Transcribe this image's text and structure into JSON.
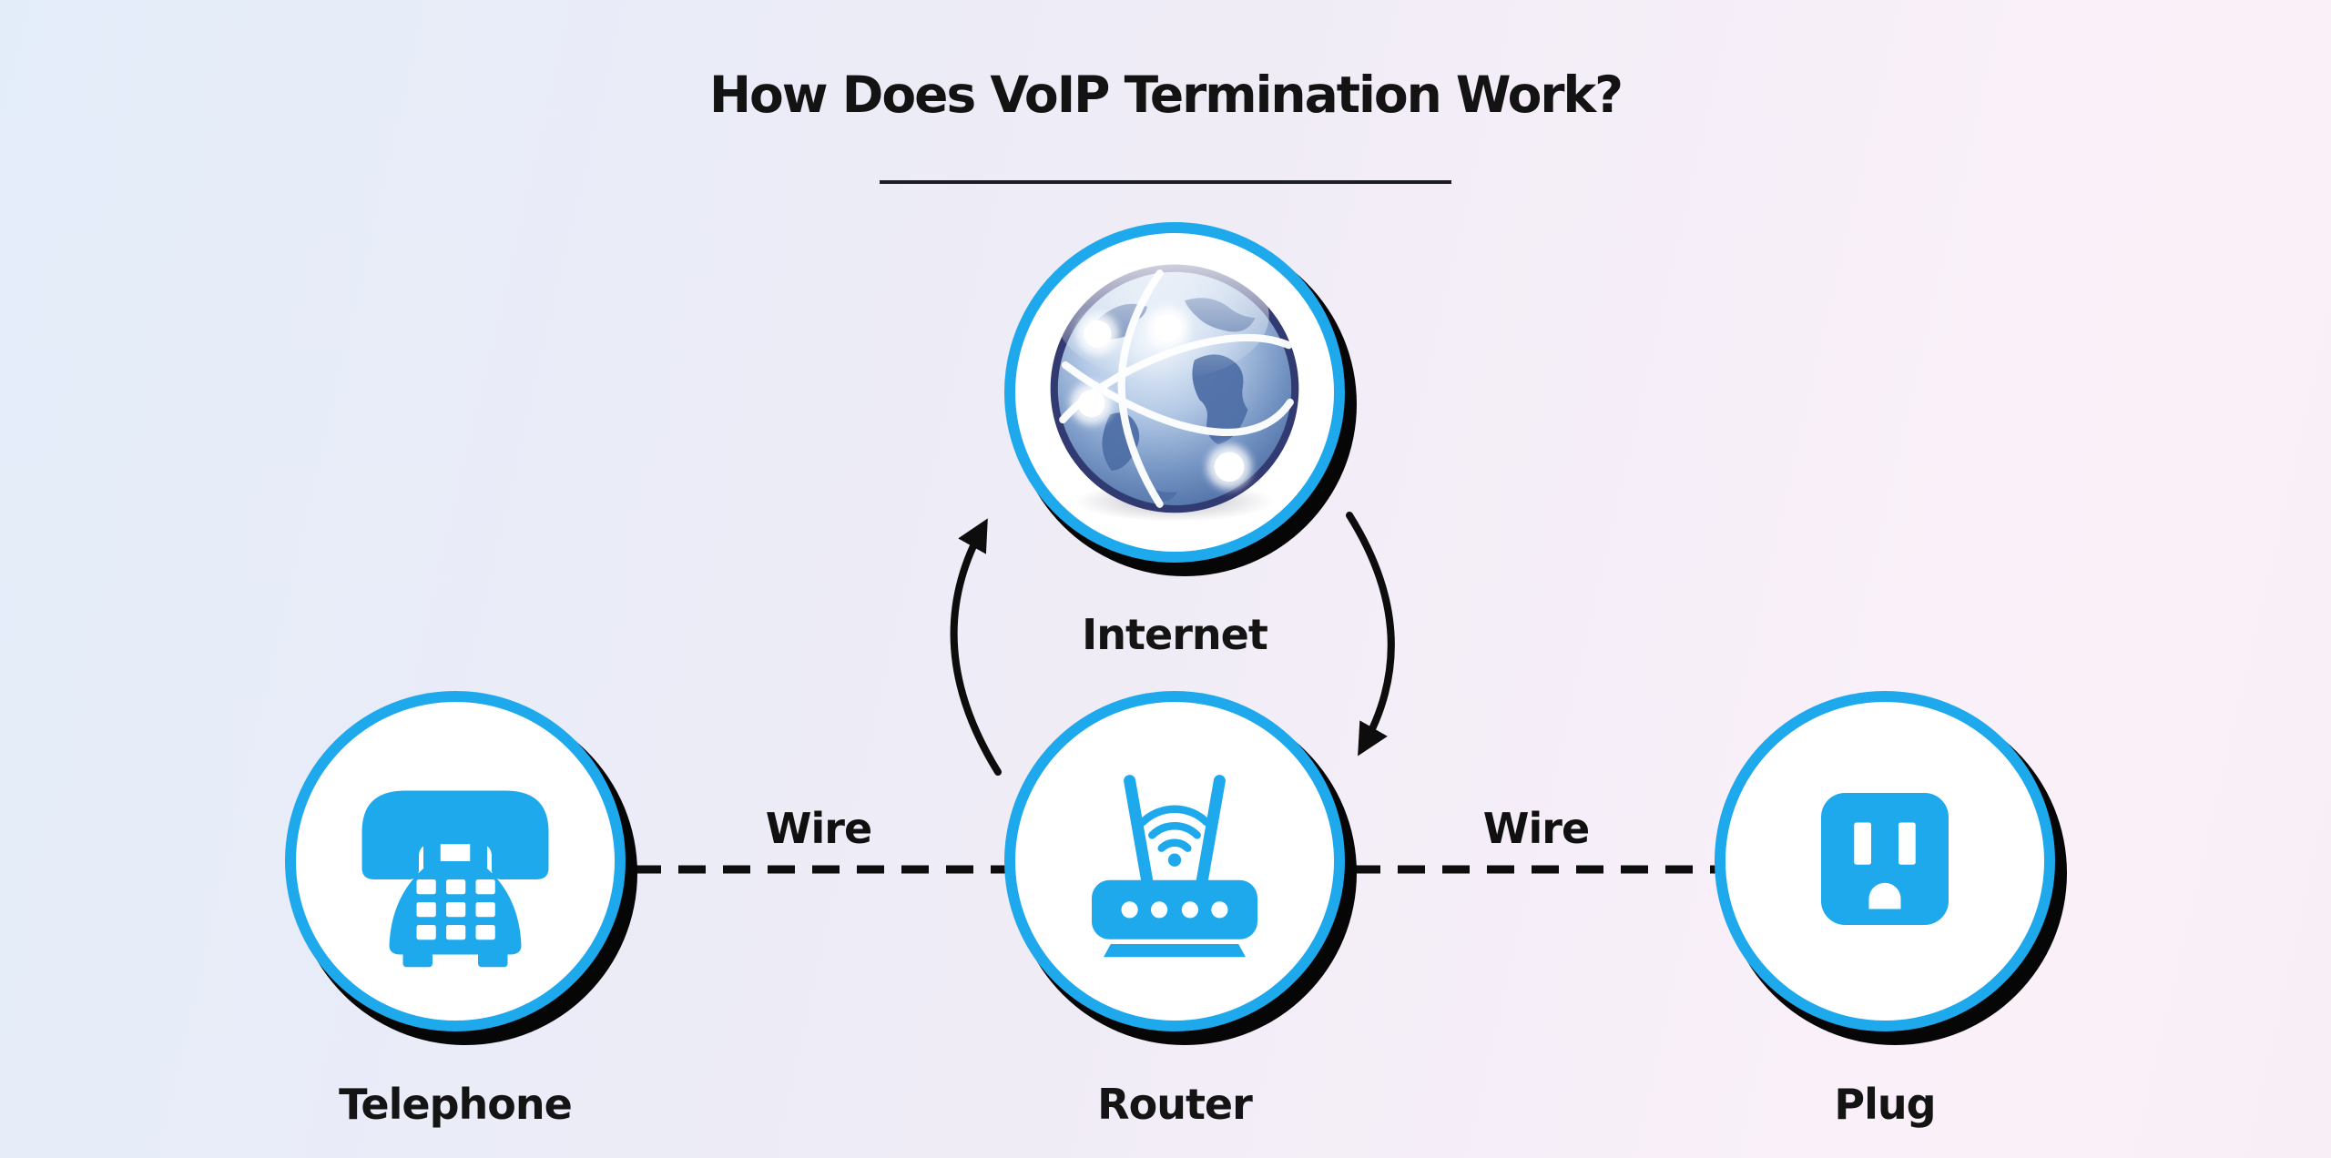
{
  "header": {
    "title": "How Does VoIP Termination Work?"
  },
  "colors": {
    "accent": "#1ea9ec",
    "ink": "#0d0d0d",
    "background_left": "#e3edf9",
    "background_mid": "#efecf6",
    "background_right": "#faf0f9",
    "node_fill": "#ffffff",
    "globe_ocean_dark": "#46679e",
    "globe_outline": "#323a72"
  },
  "nodes": [
    {
      "id": "internet",
      "label": "Internet",
      "icon": "globe-network-icon"
    },
    {
      "id": "telephone",
      "label": "Telephone",
      "icon": "telephone-icon"
    },
    {
      "id": "router",
      "label": "Router",
      "icon": "wifi-router-icon"
    },
    {
      "id": "plug",
      "label": "Plug",
      "icon": "power-outlet-icon"
    }
  ],
  "connections": [
    {
      "from": "telephone",
      "to": "router",
      "label": "Wire",
      "style": "dashed-line"
    },
    {
      "from": "router",
      "to": "plug",
      "label": "Wire",
      "style": "dashed-line"
    },
    {
      "from": "router",
      "to": "internet",
      "label": "",
      "style": "curved-arrow-up"
    },
    {
      "from": "internet",
      "to": "router",
      "label": "",
      "style": "curved-arrow-down"
    }
  ]
}
